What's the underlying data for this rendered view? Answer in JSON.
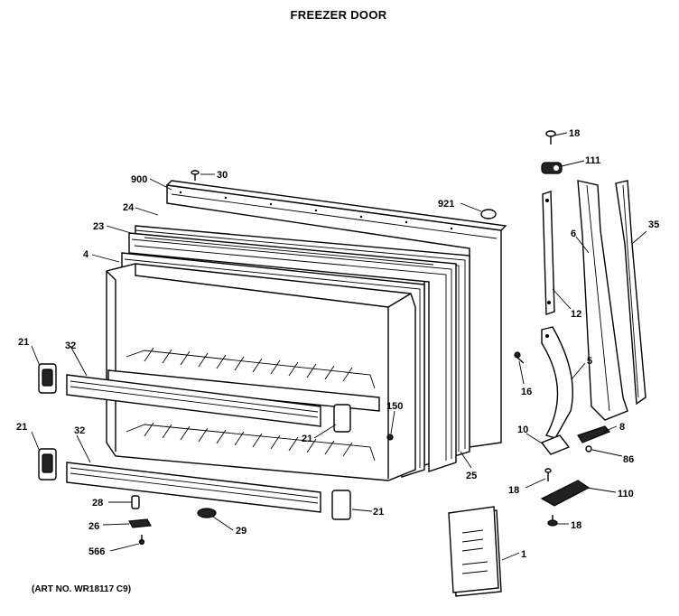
{
  "title": "FREEZER DOOR",
  "art_no": "(ART NO. WR18117 C9)",
  "callouts": {
    "c18a": "18",
    "c111": "111",
    "c900": "900",
    "c30": "30",
    "c921": "921",
    "c24": "24",
    "c23": "23",
    "c6": "6",
    "c35": "35",
    "c4": "4",
    "c12": "12",
    "c21a": "21",
    "c32a": "32",
    "c5": "5",
    "c16": "16",
    "c150": "150",
    "c21b": "21",
    "c21c": "21",
    "c32b": "32",
    "c10": "10",
    "c8": "8",
    "c86": "86",
    "c25": "25",
    "c18b": "18",
    "c110": "110",
    "c28": "28",
    "c21d": "21",
    "c29": "29",
    "c26": "26",
    "c18c": "18",
    "c566": "566",
    "c1": "1"
  }
}
